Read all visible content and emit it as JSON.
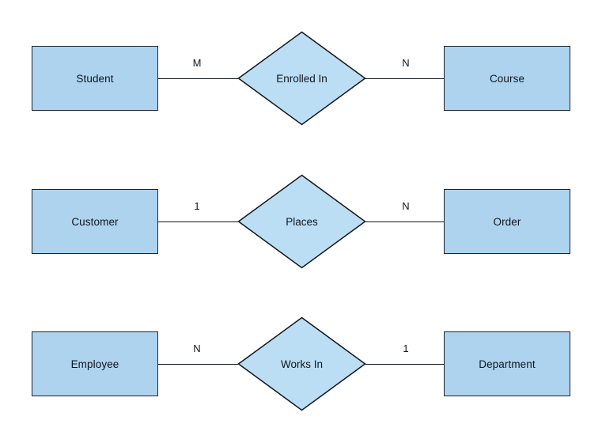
{
  "diagram": {
    "type": "entity-relationship-diagram",
    "background_color": "#ffffff",
    "entity_fill_color": "#aed3ef",
    "relationship_fill_color": "#bcdef5",
    "stroke_color": "#10161d",
    "rows": [
      {
        "left_entity": "Student",
        "left_cardinality": "M",
        "relationship": "Enrolled In",
        "right_cardinality": "N",
        "right_entity": "Course"
      },
      {
        "left_entity": "Customer",
        "left_cardinality": "1",
        "relationship": "Places",
        "right_cardinality": "N",
        "right_entity": "Order"
      },
      {
        "left_entity": "Employee",
        "left_cardinality": "N",
        "relationship": "Works In",
        "right_cardinality": "1",
        "right_entity": "Department"
      }
    ]
  }
}
